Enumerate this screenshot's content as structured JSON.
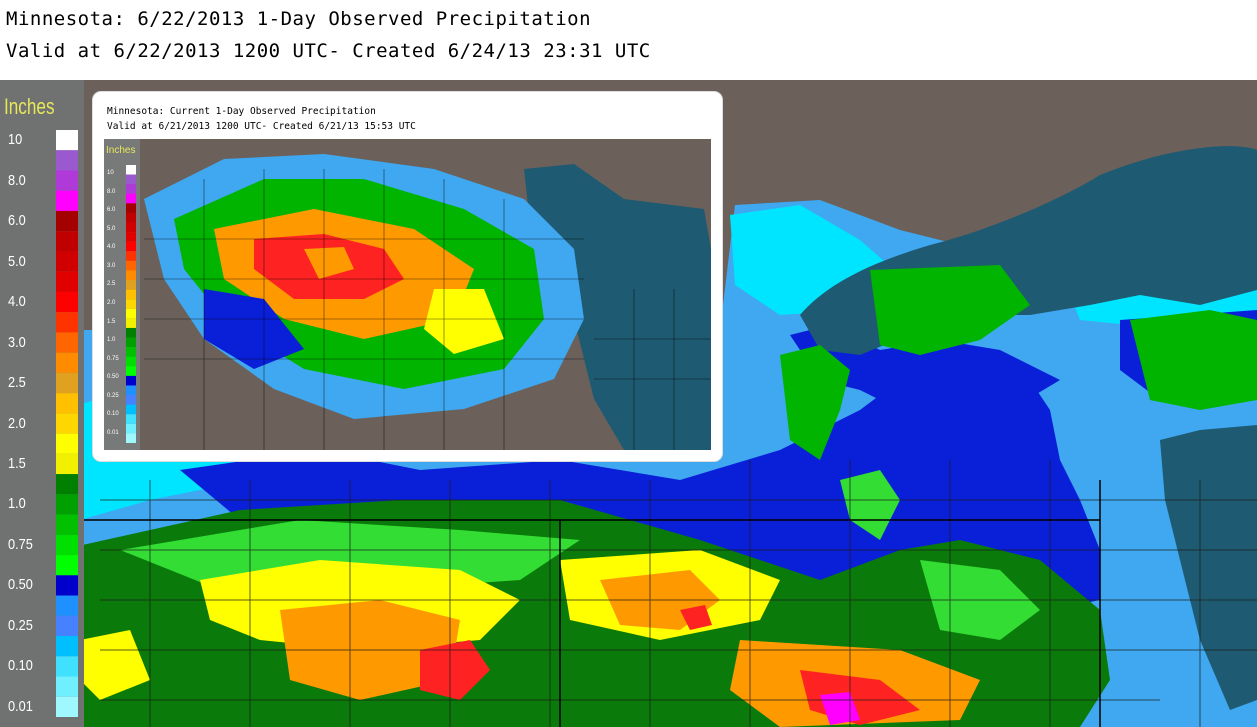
{
  "header": {
    "title": "Minnesota: 6/22/2013 1-Day Observed Precipitation",
    "subtitle": "Valid at 6/22/2013 1200 UTC- Created 6/24/13 23:31 UTC"
  },
  "legend": {
    "title": "Inches",
    "entries": [
      {
        "label": "10",
        "color": "#ffffff"
      },
      {
        "label": "",
        "color": "#9b59cf"
      },
      {
        "label": "8.0",
        "color": "#b03ad8"
      },
      {
        "label": "",
        "color": "#ff00ff"
      },
      {
        "label": "6.0",
        "color": "#a50000"
      },
      {
        "label": "",
        "color": "#c00000"
      },
      {
        "label": "5.0",
        "color": "#d00000"
      },
      {
        "label": "",
        "color": "#e10000"
      },
      {
        "label": "4.0",
        "color": "#ff0000"
      },
      {
        "label": "",
        "color": "#ff3300"
      },
      {
        "label": "3.0",
        "color": "#ff6600"
      },
      {
        "label": "",
        "color": "#ff8c00"
      },
      {
        "label": "2.5",
        "color": "#e0a020"
      },
      {
        "label": "",
        "color": "#ffc000"
      },
      {
        "label": "2.0",
        "color": "#ffd700"
      },
      {
        "label": "",
        "color": "#ffff00"
      },
      {
        "label": "1.5",
        "color": "#f0f000"
      },
      {
        "label": "",
        "color": "#008000"
      },
      {
        "label": "1.0",
        "color": "#00a000"
      },
      {
        "label": "",
        "color": "#00c000"
      },
      {
        "label": "0.75",
        "color": "#00e000"
      },
      {
        "label": "",
        "color": "#00ff00"
      },
      {
        "label": "0.50",
        "color": "#0000cd"
      },
      {
        "label": "",
        "color": "#1e90ff"
      },
      {
        "label": "0.25",
        "color": "#4682ff"
      },
      {
        "label": "",
        "color": "#00bfff"
      },
      {
        "label": "0.10",
        "color": "#40e0ff"
      },
      {
        "label": "",
        "color": "#70f0ff"
      },
      {
        "label": "0.01",
        "color": "#a0f8ff"
      }
    ]
  },
  "inset": {
    "title": "Minnesota: Current 1-Day Observed Precipitation",
    "subtitle": "Valid at 6/21/2013 1200 UTC- Created 6/21/13 15:53 UTC",
    "legend_title": "Inches",
    "legend_labels": [
      "10",
      "8.0",
      "6.0",
      "5.0",
      "4.0",
      "3.0",
      "2.5",
      "2.0",
      "1.5",
      "1.0",
      "0.75",
      "0.50",
      "0.25",
      "0.10",
      "0.01"
    ]
  },
  "colors": {
    "land": "#6b615a",
    "lake": "#1e5a72",
    "light_blue": "#3fa8f0",
    "cyan": "#00e5ff",
    "blue": "#0a1fd8",
    "green": "#00b400",
    "dark_green": "#0a7a0a",
    "lime": "#33dd33",
    "yellow": "#ffff00",
    "orange": "#ff9900",
    "red": "#ff2222",
    "magenta": "#ff00ff",
    "legend_bg": "#6f7270",
    "legend_title": "#e8e65a"
  }
}
